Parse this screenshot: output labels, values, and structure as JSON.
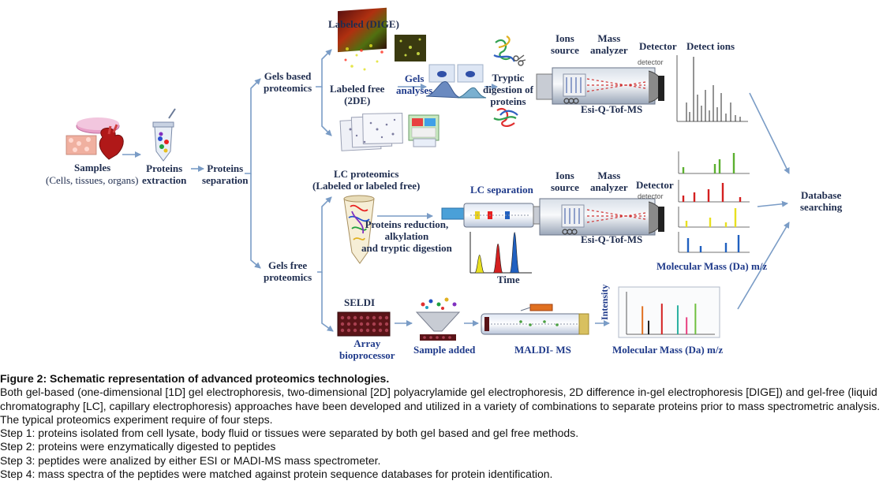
{
  "labels": {
    "samples": "Samples",
    "samples_sub": "(Cells, tissues, organs)",
    "proteins_extraction": "Proteins\nextraction",
    "proteins_separation": "Proteins\nseparation",
    "gels_based": "Gels based\nproteomics",
    "gels_free": "Gels free\nproteomics",
    "labeled_dige": "Labeled (DIGE)",
    "labeled_free_2de": "Labeled free\n(2DE)",
    "gels_analyses": "Gels\nanalyses",
    "tryptic_digestion": "Tryptic\ndigestion of\nproteins",
    "ions_source": "Ions\nsource",
    "mass_analyzer": "Mass\nanalyzer",
    "detector": "Detector",
    "detect_ions": "Detect ions",
    "esi_q_tof_1": "Esi-Q-Tof-MS",
    "esi_q_tof_2": "Esi-Q-Tof-MS",
    "lc_proteomics": "LC proteomics\n(Labeled or labeled free)",
    "lc_separation": "LC separation",
    "reduction": "Proteins reduction,\nalkylation\nand tryptic digestion",
    "ions_source_2": "Ions\nsource",
    "mass_analyzer_2": "Mass\nanalyzer",
    "detector_2": "Detector",
    "time": "Time",
    "molecular_mass_1": "Molecular Mass (Da) m/z",
    "database_searching": "Database\nsearching",
    "seldi": "SELDI",
    "array_bioprocessor": "Array\nbioprocessor",
    "sample_added": "Sample added",
    "maldi_ms": "MALDI- MS",
    "intensity": "Intensity",
    "molecular_mass_2": "Molecular Mass (Da) m/z",
    "detector_small": "detector",
    "detector_small_2": "detector"
  },
  "caption": {
    "title": "Figure 2: Schematic representation of advanced proteomics technologies.",
    "body": "Both gel-based (one-dimensional [1D] gel electrophoresis, two-dimensional [2D] polyacrylamide gel electrophoresis, 2D difference in-gel electrophoresis [DIGE]) and gel-free (liquid chromatography [LC], capillary electrophoresis) approaches have been developed and utilized in a variety of combinations to separate proteins prior to mass spectrometric analysis. The typical proteomics experiment require of four steps.",
    "steps": [
      "Step 1: proteins isolated from cell lysate, body fluid or tissues were separated by both gel based and gel free methods.",
      "Step 2: proteins were enzymatically digested to peptides",
      "Step 3: peptides were analized by either ESI or MADI-MS mass spectrometer.",
      "Step 4: mass spectra of the peptides were matched against protein sequence databases for protein identification."
    ]
  },
  "colors": {
    "arrow": "#7a9cc6",
    "label_text": "#1f2d4f",
    "spectrum_black": "#111111",
    "peak_yellow": "#e8e020",
    "peak_red": "#d42020",
    "peak_blue": "#2060c0",
    "peak_green": "#5cb030",
    "peak_orange": "#e07020"
  },
  "spectra": {
    "maldi_peaks": [
      {
        "x": 0.18,
        "h": 0.66,
        "color": "#e07020"
      },
      {
        "x": 0.25,
        "h": 0.32,
        "color": "#222222"
      },
      {
        "x": 0.4,
        "h": 0.72,
        "color": "#d42020"
      },
      {
        "x": 0.58,
        "h": 0.68,
        "color": "#2ab0a0"
      },
      {
        "x": 0.68,
        "h": 0.4,
        "color": "#e84080"
      },
      {
        "x": 0.78,
        "h": 0.72,
        "color": "#70c040"
      }
    ],
    "lc_peaks": [
      {
        "x": 0.15,
        "h": 0.42,
        "color": "#e8e020"
      },
      {
        "x": 0.45,
        "h": 0.68,
        "color": "#d42020"
      },
      {
        "x": 0.72,
        "h": 0.95,
        "color": "#2060c0"
      }
    ]
  }
}
